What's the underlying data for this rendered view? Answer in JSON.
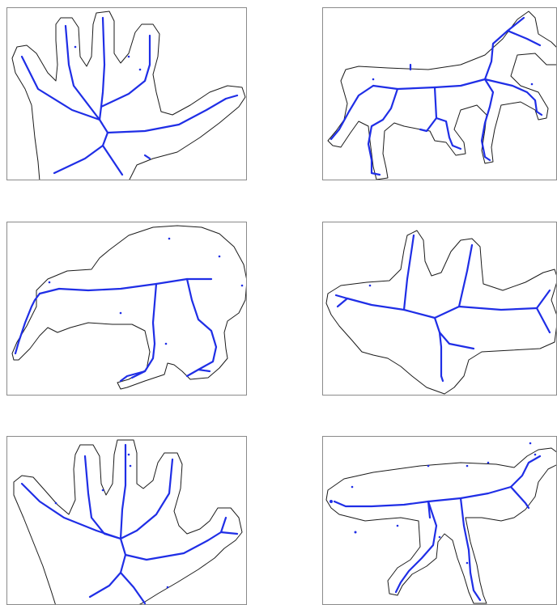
{
  "figure": {
    "panels": [
      {
        "shape": "hand",
        "colors": {
          "outline": "#1a1a1a",
          "skeleton": "#1f2ee6"
        }
      },
      {
        "shape": "horse",
        "colors": {
          "outline": "#1a1a1a",
          "skeleton": "#1f2ee6"
        }
      },
      {
        "shape": "kiwi-bird",
        "colors": {
          "outline": "#1a1a1a",
          "skeleton": "#1f2ee6"
        }
      },
      {
        "shape": "blob-shape",
        "colors": {
          "outline": "#1a1a1a",
          "skeleton": "#1f2ee6"
        }
      },
      {
        "shape": "hand",
        "colors": {
          "outline": "#1a1a1a",
          "skeleton": "#1f2ee6"
        }
      },
      {
        "shape": "animal",
        "colors": {
          "outline": "#1a1a1a",
          "skeleton": "#1f2ee6"
        }
      }
    ]
  }
}
